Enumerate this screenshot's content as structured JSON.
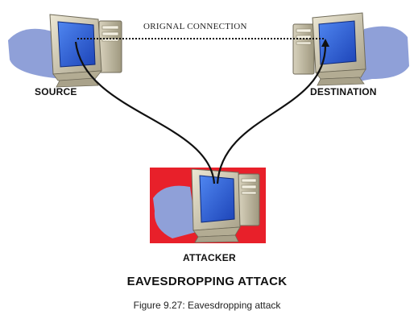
{
  "connection_label": "ORIGNAL CONNECTION",
  "nodes": {
    "source": {
      "label": "SOURCE"
    },
    "destination": {
      "label": "DESTINATION"
    },
    "attacker": {
      "label": "ATTACKER"
    }
  },
  "title": "EAVESDROPPING ATTACK",
  "caption": "Figure 9.27: Eavesdropping attack",
  "colors": {
    "attacker_background": "#e8202a",
    "shadow": "#8fa0d8",
    "screen": "#2c5fd6",
    "monitor_case": "#c9c3ac",
    "wire": "#111111"
  },
  "icons": {
    "source": "computer-icon",
    "destination": "computer-icon",
    "attacker": "computer-icon"
  }
}
